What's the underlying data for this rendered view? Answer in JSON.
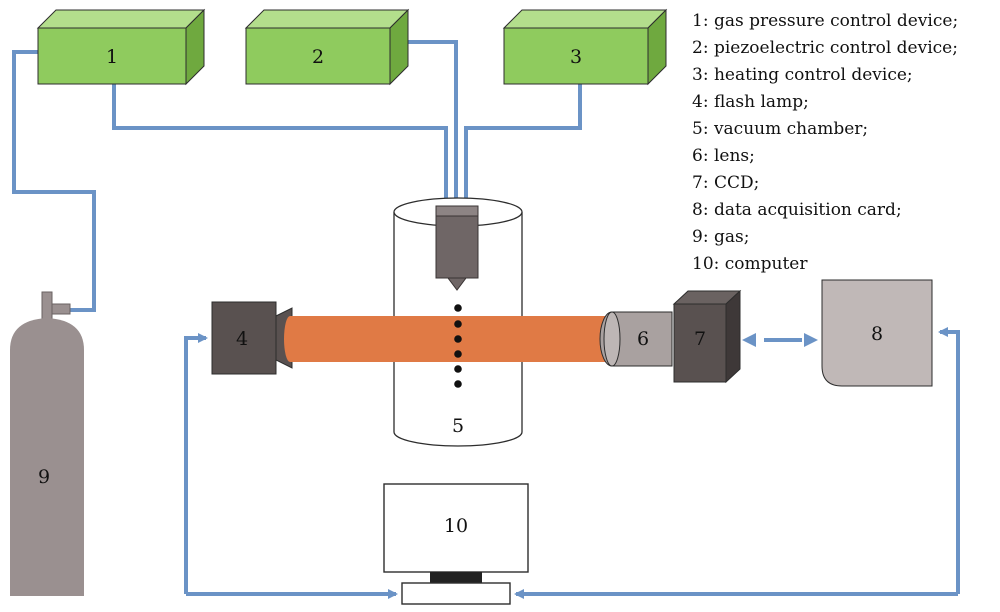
{
  "components": {
    "box1": "1",
    "box2": "2",
    "box3": "3",
    "lamp": "4",
    "chamber": "5",
    "lens": "6",
    "ccd": "7",
    "daq": "8",
    "gas": "9",
    "computer": "10"
  },
  "legend": [
    "1: gas pressure control device;",
    "2: piezoelectric control device;",
    "3: heating control device;",
    "4: flash lamp;",
    "5: vacuum chamber;",
    "6: lens;",
    "7: CCD;",
    "8: data acquisition card;",
    "9: gas;",
    "10: computer"
  ],
  "colors": {
    "box_green": "#8fcb5e",
    "box_green_top": "#b3de8c",
    "box_green_side": "#6fa93f",
    "wire_blue": "#6b93c6",
    "laser_orange": "#e07a45",
    "gray_dark": "#595150",
    "gray_light": "#c0b8b7",
    "cylinder_gray": "#9a9090"
  }
}
